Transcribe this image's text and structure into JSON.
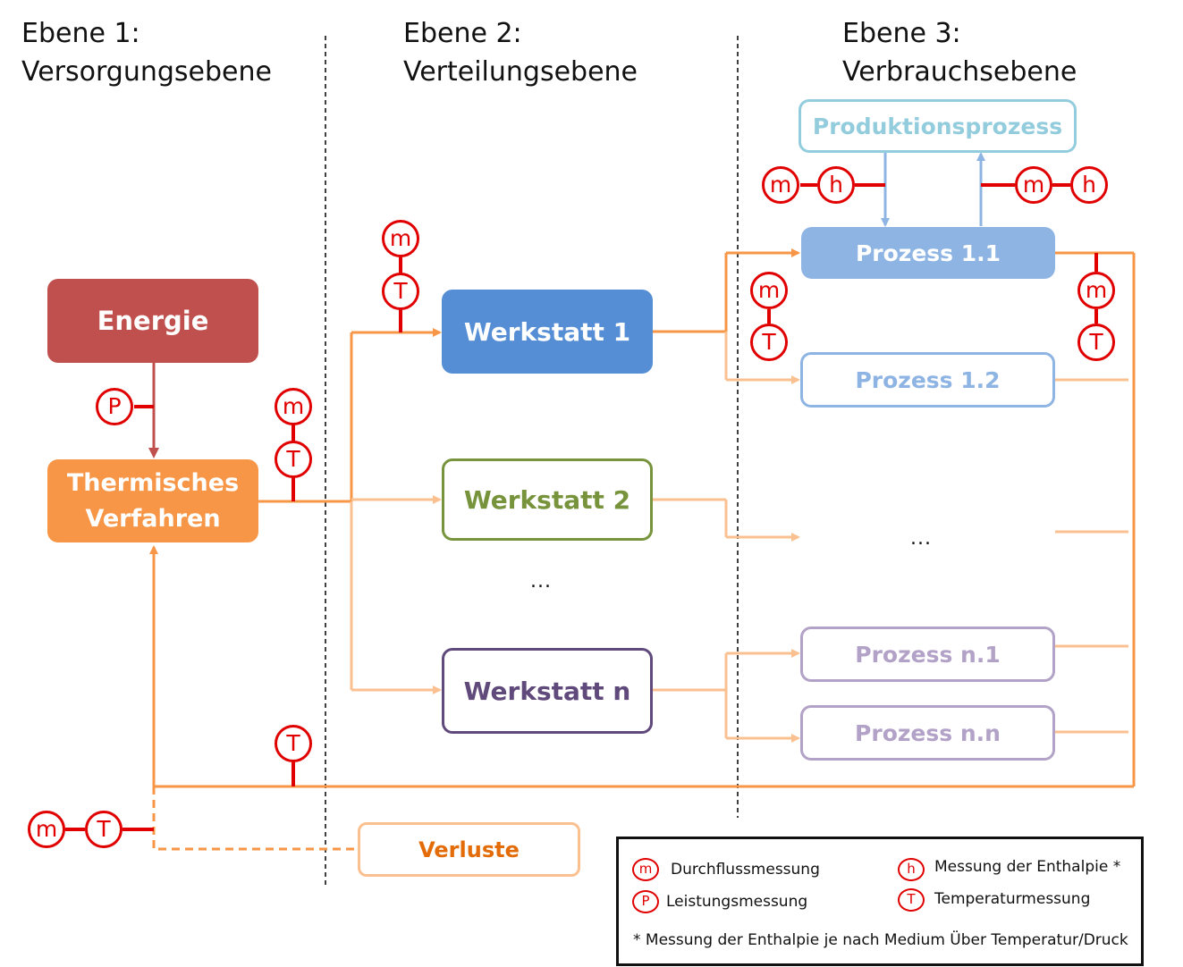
{
  "levels": [
    {
      "line1": "Ebene 1:",
      "line2": "Versorgungsebene"
    },
    {
      "line1": "Ebene 2:",
      "line2": "Verteilungsebene"
    },
    {
      "line1": "Ebene 3:",
      "line2": "Verbrauchsebene"
    }
  ],
  "boxes": {
    "energie": "Energie",
    "thermisch_1": "Thermisches",
    "thermisch_2": "Verfahren",
    "werkstatt_1": "Werkstatt 1",
    "werkstatt_2": "Werkstatt 2",
    "werkstatt_n": "Werkstatt n",
    "produktionsprozess": "Produktionsprozess",
    "prozess_1_1": "Prozess 1.1",
    "prozess_1_2": "Prozess 1.2",
    "prozess_n_1": "Prozess n.1",
    "prozess_n_n": "Prozess n.n",
    "verluste": "Verluste"
  },
  "ellipsis": "...",
  "symbols": {
    "m": "m",
    "h": "h",
    "P": "P",
    "T": "T"
  },
  "legend": {
    "m": "Durchflussmessung",
    "h": "Messung der Enthalpie *",
    "P": "Leistungsmessung",
    "T": "Temperaturmessung",
    "note": "* Messung der Enthalpie je nach Medium Über Temperatur/Druck"
  },
  "colors": {
    "energie": "#c0504d",
    "thermisch": "#f79646",
    "werkstatt_1": "#558ed5",
    "werkstatt_2": "#77933c",
    "werkstatt_n": "#604a7b",
    "prozess_1": "#8eb4e3",
    "prozess_n": "#b3a2c7",
    "produktion": "#93cddd",
    "flow": "#f79646",
    "flow_light": "#fac090",
    "measure": "#e00000"
  }
}
